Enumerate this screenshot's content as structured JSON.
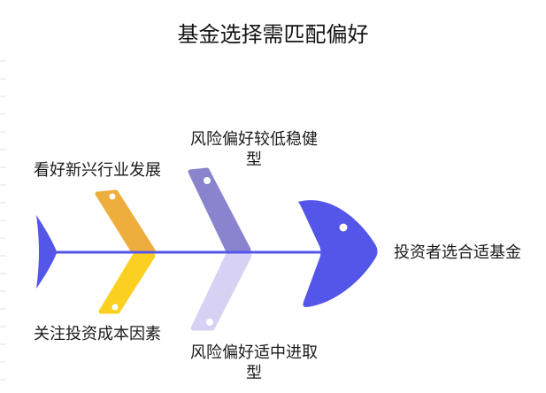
{
  "title": "基金选择需匹配偏好",
  "colors": {
    "primary_blue": "#5356E8",
    "text": "#1A1A1A",
    "dot_white": "#FFFFFF"
  },
  "fishbone": {
    "head_label": "投资者选合适基金",
    "branches": [
      {
        "id": "top-left",
        "label": "看好新兴行业发展",
        "color": "#EDAE3D"
      },
      {
        "id": "top-middle",
        "label": "风险偏好较低稳健型",
        "color": "#8A84CE"
      },
      {
        "id": "bottom-left",
        "label": "关注投资成本因素",
        "color": "#FCD021"
      },
      {
        "id": "bottom-middle",
        "label": "风险偏好适中进取型",
        "color": "#D7D2F4"
      }
    ]
  }
}
